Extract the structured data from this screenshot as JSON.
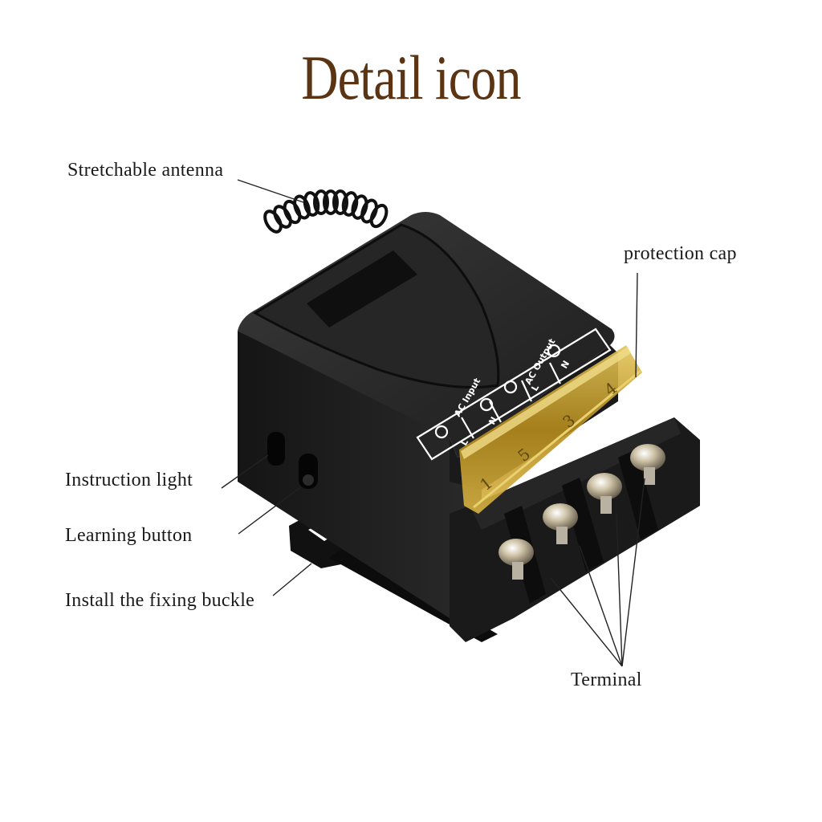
{
  "title": "Detail icon",
  "labels": {
    "antenna": "Stretchable antenna",
    "protection_cap": "protection cap",
    "instruction_light": "Instruction light",
    "learning_button": "Learning button",
    "fixing_buckle": "Install the fixing buckle",
    "terminal": "Terminal"
  },
  "panel": {
    "input_group": "AC Input",
    "input_l": "L",
    "input_n": "N",
    "output_group": "AC Output",
    "output_l": "L",
    "output_n": "N"
  },
  "cap_numbers": [
    "1",
    "5",
    "3",
    "4"
  ],
  "colors": {
    "title": "#5a3413",
    "body": "#1e1e1e",
    "cap": "#c9a227",
    "text": "#1a1a1a"
  }
}
